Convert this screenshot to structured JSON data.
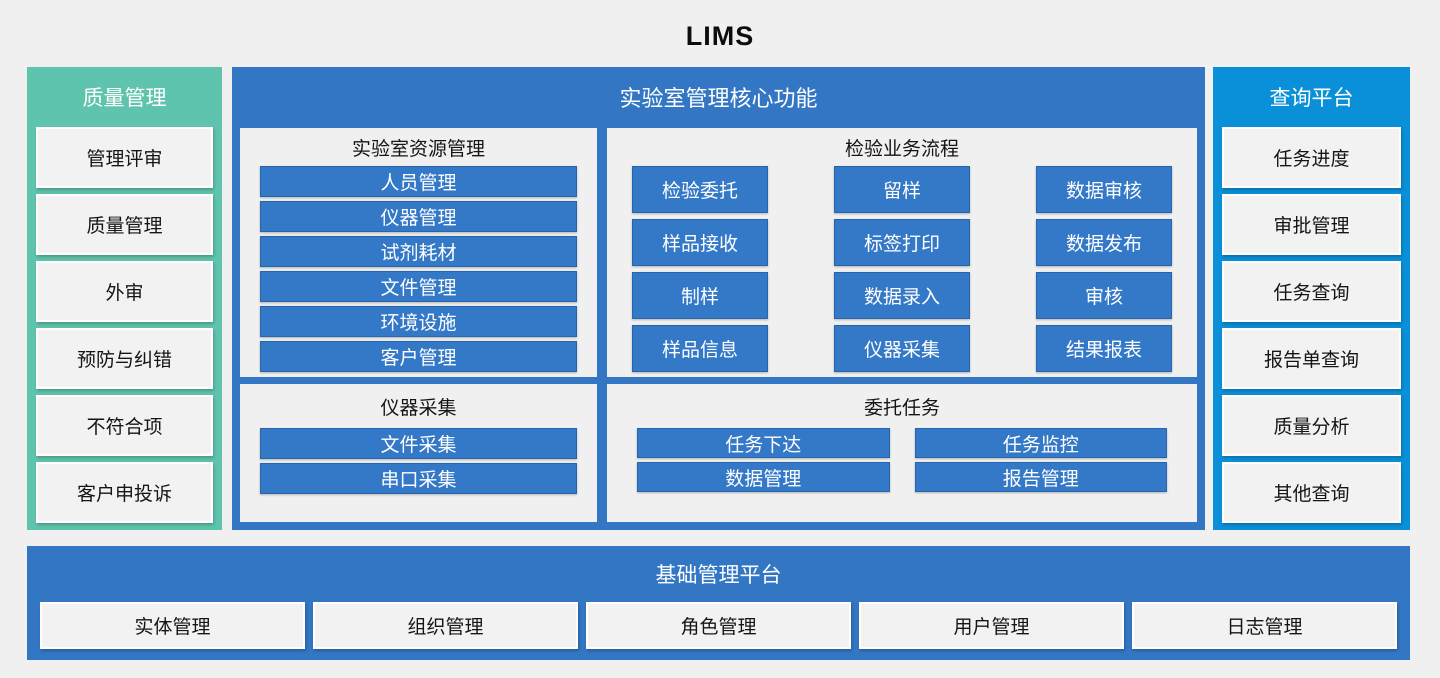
{
  "title": "LIMS",
  "colors": {
    "background": "#f0f0f0",
    "quality_teal": "#5fc4ad",
    "core_blue": "#3377c4",
    "query_azure": "#0a90d9",
    "module_bar_blue": "#3478c8",
    "item_box_gray": "#f2f2f2"
  },
  "quality_panel": {
    "title": "质量管理",
    "items": [
      "管理评审",
      "质量管理",
      "外审",
      "预防与纠错",
      "不符合项",
      "客户申投诉"
    ]
  },
  "core_panel": {
    "title": "实验室管理核心功能",
    "resource": {
      "title": "实验室资源管理",
      "items": [
        "人员管理",
        "仪器管理",
        "试剂耗材",
        "文件管理",
        "环境设施",
        "客户管理"
      ]
    },
    "process": {
      "title": "检验业务流程",
      "columns": [
        [
          "检验委托",
          "样品接收",
          "制样",
          "样品信息"
        ],
        [
          "留样",
          "标签打印",
          "数据录入",
          "仪器采集"
        ],
        [
          "数据审核",
          "数据发布",
          "审核",
          "结果报表"
        ]
      ]
    },
    "collection": {
      "title": "仪器采集",
      "items": [
        "文件采集",
        "串口采集"
      ]
    },
    "delegation": {
      "title": "委托任务",
      "columns": [
        [
          "任务下达",
          "数据管理"
        ],
        [
          "任务监控",
          "报告管理"
        ]
      ]
    }
  },
  "query_panel": {
    "title": "查询平台",
    "items": [
      "任务进度",
      "审批管理",
      "任务查询",
      "报告单查询",
      "质量分析",
      "其他查询"
    ]
  },
  "base_platform": {
    "title": "基础管理平台",
    "items": [
      "实体管理",
      "组织管理",
      "角色管理",
      "用户管理",
      "日志管理"
    ]
  }
}
